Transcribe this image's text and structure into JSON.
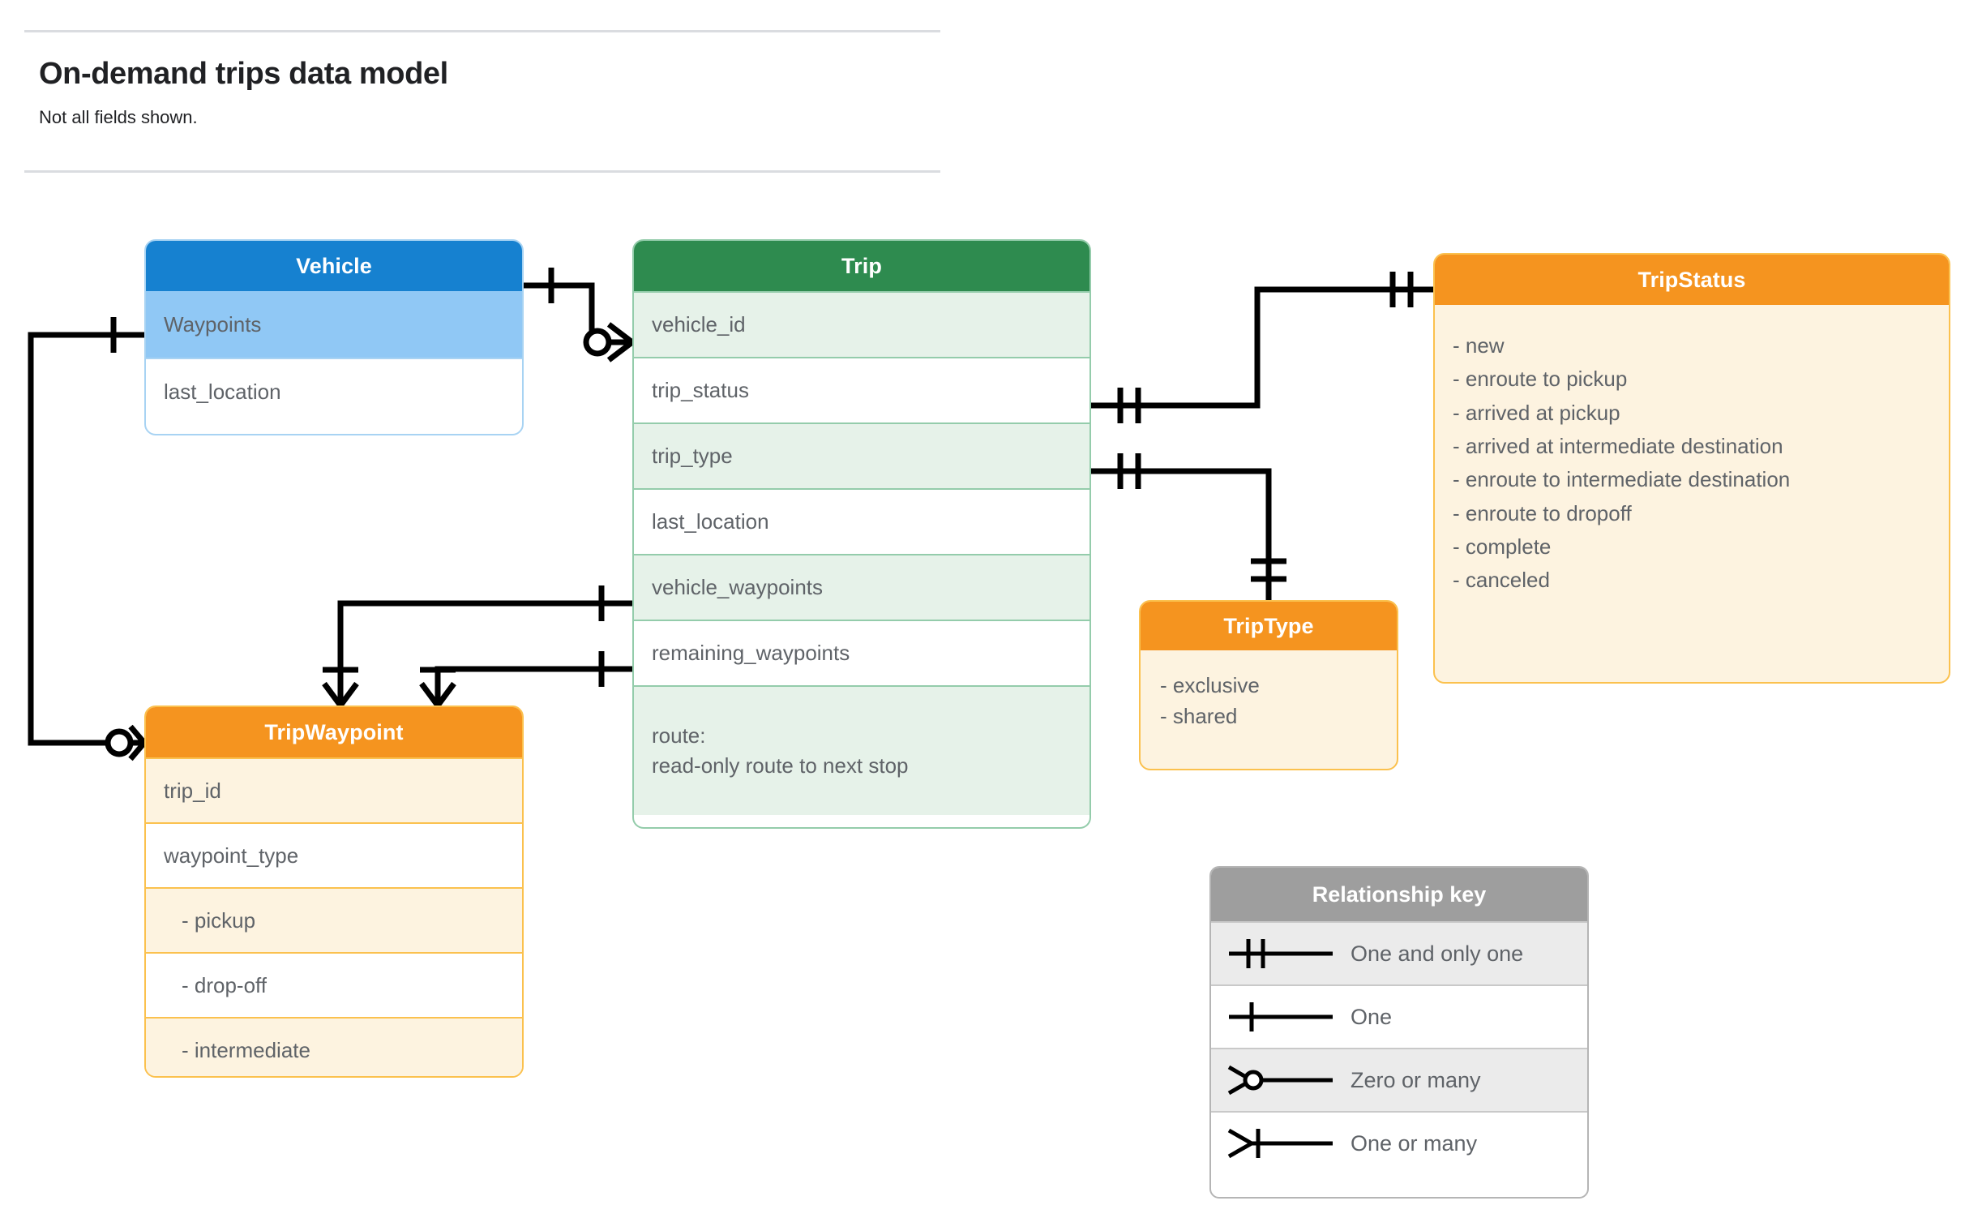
{
  "header": {
    "title": "On-demand trips data model",
    "subtitle": "Not all fields shown."
  },
  "entities": {
    "vehicle": {
      "title": "Vehicle",
      "header_color": "#1681d0",
      "rows": [
        {
          "label": "Waypoints"
        },
        {
          "label": "last_location"
        }
      ]
    },
    "trip": {
      "title": "Trip",
      "header_color": "#2e8b4f",
      "rows": [
        {
          "label": "vehicle_id"
        },
        {
          "label": "trip_status"
        },
        {
          "label": "trip_type"
        },
        {
          "label": "last_location"
        },
        {
          "label": "vehicle_waypoints"
        },
        {
          "label": "remaining_waypoints"
        },
        {
          "label": "route:\nread-only route to next stop"
        }
      ]
    },
    "tripwaypoint": {
      "title": "TripWaypoint",
      "header_color": "#f5941f",
      "rows": [
        {
          "label": "trip_id"
        },
        {
          "label": "waypoint_type"
        },
        {
          "label": "-  pickup"
        },
        {
          "label": "-  drop-off"
        },
        {
          "label": "-  intermediate"
        }
      ]
    },
    "triptype": {
      "title": "TripType",
      "header_color": "#f5941f",
      "values": [
        "- exclusive",
        "- shared"
      ]
    },
    "tripstatus": {
      "title": "TripStatus",
      "header_color": "#f5941f",
      "values": [
        "- new",
        "- enroute to pickup",
        "- arrived at pickup",
        "- arrived at intermediate destination",
        "- enroute to intermediate destination",
        "- enroute to dropoff",
        "- complete",
        "- canceled"
      ]
    }
  },
  "relationship_key": {
    "title": "Relationship key",
    "rows": [
      {
        "symbol": "one-and-only-one-icon",
        "label": "One and only one"
      },
      {
        "symbol": "one-icon",
        "label": "One"
      },
      {
        "symbol": "zero-or-many-icon",
        "label": "Zero or many"
      },
      {
        "symbol": "one-or-many-icon",
        "label": "One or many"
      }
    ]
  },
  "relationships": [
    {
      "from": "Vehicle",
      "from_cardinality": "One",
      "to": "Trip.vehicle_id",
      "to_cardinality": "Zero or many"
    },
    {
      "from": "Vehicle.Waypoints",
      "from_cardinality": "One",
      "to": "TripWaypoint",
      "to_cardinality": "Zero or many"
    },
    {
      "from": "Trip.trip_status",
      "from_cardinality": "One and only one",
      "to": "TripStatus",
      "to_cardinality": "One and only one"
    },
    {
      "from": "Trip.trip_type",
      "from_cardinality": "One and only one",
      "to": "TripType",
      "to_cardinality": "One and only one"
    },
    {
      "from": "Trip.vehicle_waypoints",
      "from_cardinality": "One",
      "to": "TripWaypoint",
      "to_cardinality": "One or many"
    },
    {
      "from": "Trip.remaining_waypoints",
      "from_cardinality": "One",
      "to": "TripWaypoint",
      "to_cardinality": "One or many"
    }
  ]
}
